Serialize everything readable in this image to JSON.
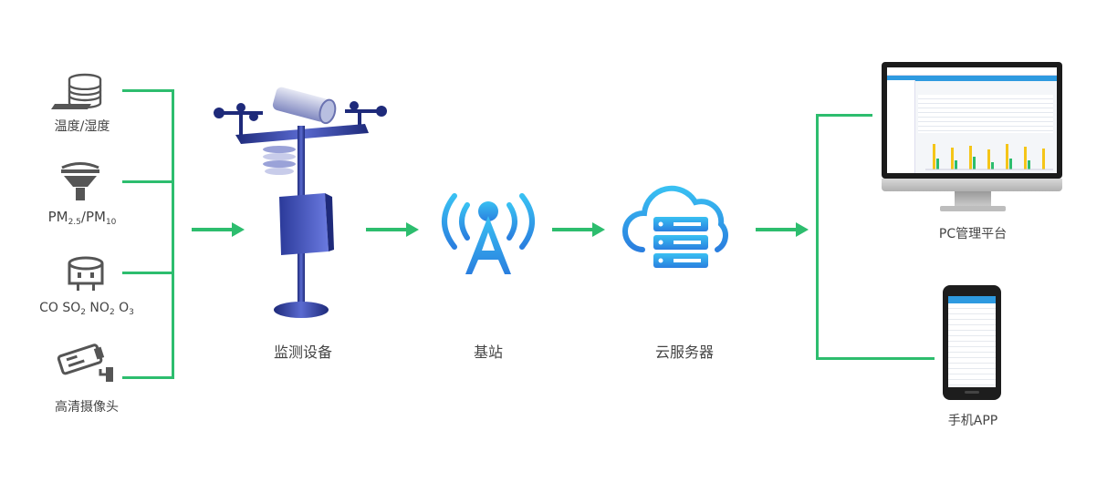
{
  "colors": {
    "connector": "#2dbd6e",
    "sensor_icon": "#555555",
    "blue_gradient_top": "#35b7f0",
    "blue_gradient_bottom": "#2b82e0",
    "station_blue": "#2a3a9c"
  },
  "sensors": [
    {
      "label": "温度/湿度",
      "icon": "stacked-disk-sensor-icon"
    },
    {
      "label_main": "PM",
      "sub1": "2.5",
      "label_mid": "/PM",
      "sub2": "10",
      "icon": "particulate-sensor-icon"
    },
    {
      "label_parts": [
        "CO SO",
        "2",
        " NO",
        "2",
        " O",
        "3"
      ],
      "icon": "gas-sensor-icon"
    },
    {
      "label": "高清摄像头",
      "icon": "camera-icon"
    }
  ],
  "stages": {
    "monitor": {
      "label": "监测设备",
      "icon": "weather-station-icon"
    },
    "base": {
      "label": "基站",
      "icon": "antenna-tower-icon"
    },
    "cloud": {
      "label": "云服务器",
      "icon": "cloud-server-icon"
    }
  },
  "outputs": {
    "pc": {
      "label": "PC管理平台",
      "icon": "monitor-icon"
    },
    "mobile": {
      "label": "手机APP",
      "icon": "phone-icon"
    }
  }
}
